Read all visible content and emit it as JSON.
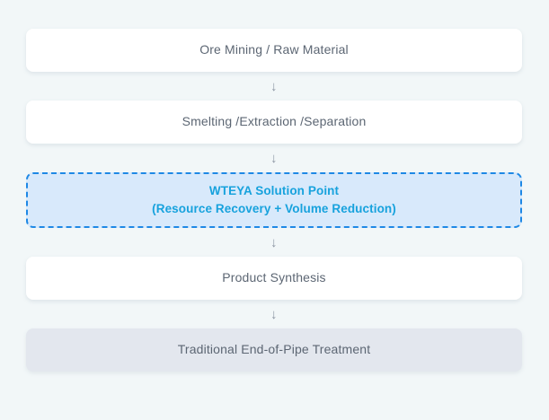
{
  "diagram": {
    "type": "vertical-flowchart",
    "background_color": "#f2f7f8",
    "connector_glyph": "↓",
    "nodes": [
      {
        "id": "ore-mining",
        "label": "Ore Mining / Raw Material",
        "style": "plain",
        "fill_color": "#ffffff",
        "text_color": "#5c6673"
      },
      {
        "id": "smelting",
        "label": "Smelting /Extraction /Separation",
        "style": "plain",
        "fill_color": "#ffffff",
        "text_color": "#5c6673"
      },
      {
        "id": "wteya-solution-point",
        "style": "highlight",
        "label_primary": "WTEYA Solution Point",
        "label_secondary": "(Resource Recovery + Volume Reduction)",
        "fill_color": "#d8e9fb",
        "border_color": "#1e88e5",
        "text_color": "#17a2dd"
      },
      {
        "id": "product-synthesis",
        "label": "Product Synthesis",
        "style": "plain",
        "fill_color": "#ffffff",
        "text_color": "#5c6673"
      },
      {
        "id": "traditional-end-of-pipe",
        "label": "Traditional End-of-Pipe Treatment",
        "style": "muted",
        "fill_color": "#e3e7ee",
        "text_color": "#5c6673"
      }
    ]
  }
}
